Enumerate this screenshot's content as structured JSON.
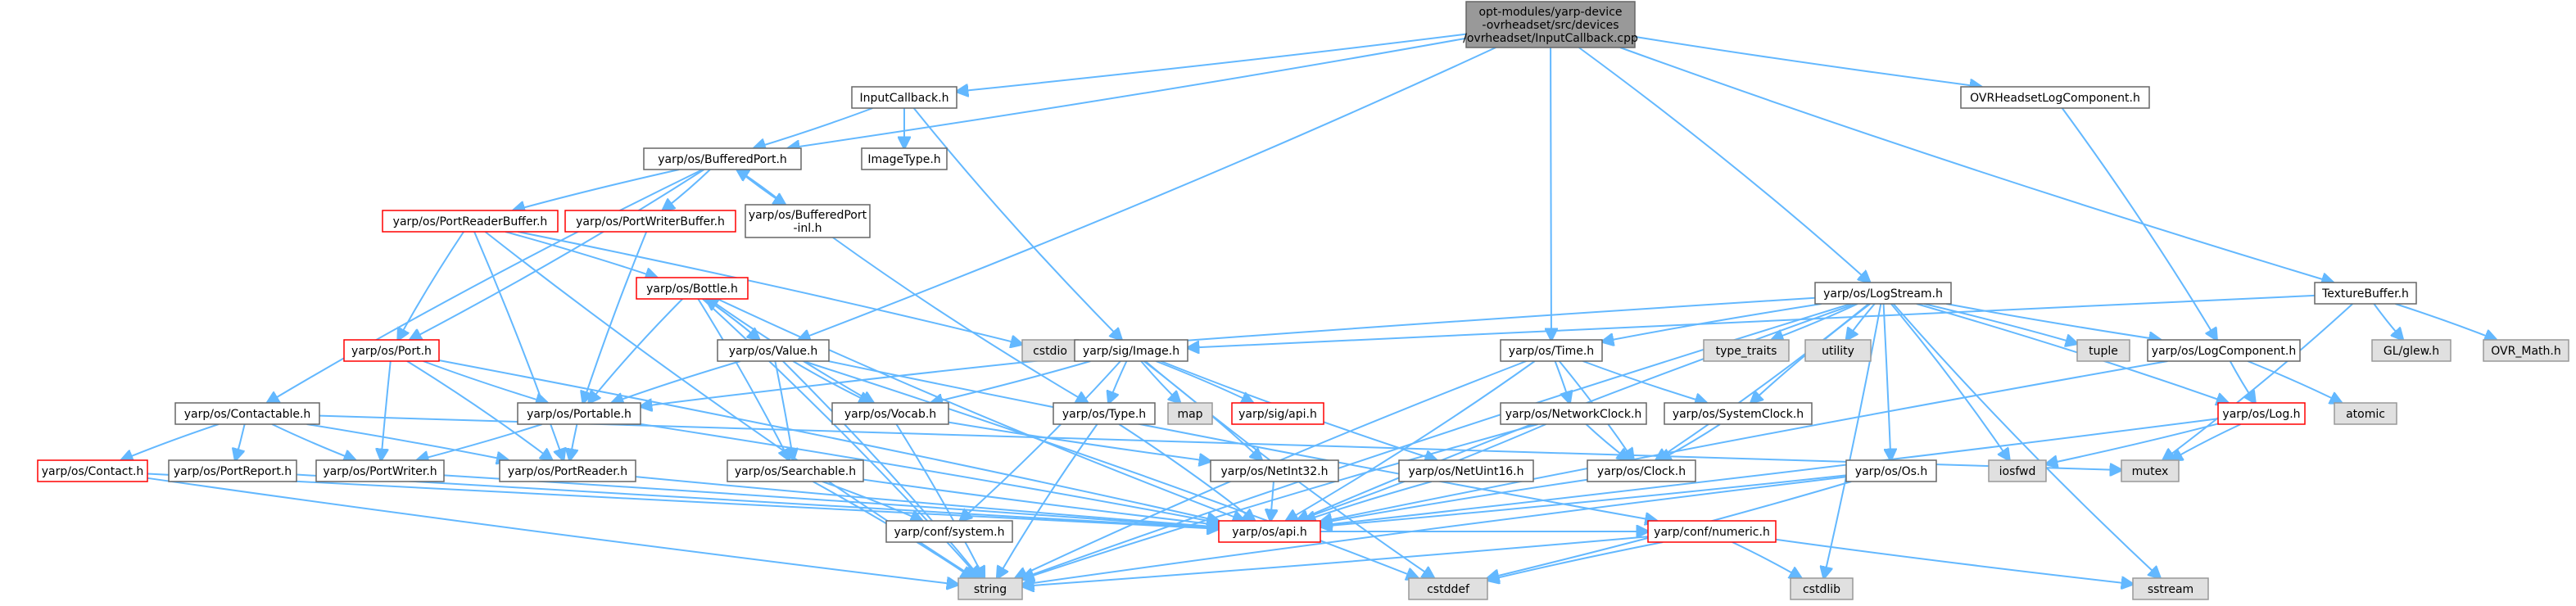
{
  "graph": {
    "nodes": [
      {
        "id": "root",
        "label": "opt-modules/yarp-device\n-ovrheadset/src/devices\n/ovrheadset/InputCallback.cpp",
        "style": "root"
      },
      {
        "id": "inputcallback",
        "label": "InputCallback.h",
        "style": "plain"
      },
      {
        "id": "imagetype",
        "label": "ImageType.h",
        "style": "plain"
      },
      {
        "id": "ovrheadsetlog",
        "label": "OVRHeadsetLogComponent.h",
        "style": "plain"
      },
      {
        "id": "bufferedport",
        "label": "yarp/os/BufferedPort.h",
        "style": "plain"
      },
      {
        "id": "portreaderbuffer",
        "label": "yarp/os/PortReaderBuffer.h",
        "style": "red"
      },
      {
        "id": "portwriterbuffer",
        "label": "yarp/os/PortWriterBuffer.h",
        "style": "red"
      },
      {
        "id": "bufferedportinl",
        "label": "yarp/os/BufferedPort\n-inl.h",
        "style": "plain"
      },
      {
        "id": "bottle",
        "label": "yarp/os/Bottle.h",
        "style": "red"
      },
      {
        "id": "port",
        "label": "yarp/os/Port.h",
        "style": "red"
      },
      {
        "id": "value",
        "label": "yarp/os/Value.h",
        "style": "plain"
      },
      {
        "id": "contactable",
        "label": "yarp/os/Contactable.h",
        "style": "plain"
      },
      {
        "id": "portable",
        "label": "yarp/os/Portable.h",
        "style": "plain"
      },
      {
        "id": "vocab",
        "label": "yarp/os/Vocab.h",
        "style": "plain"
      },
      {
        "id": "contact",
        "label": "yarp/os/Contact.h",
        "style": "red"
      },
      {
        "id": "portreport",
        "label": "yarp/os/PortReport.h",
        "style": "plain"
      },
      {
        "id": "portwriter",
        "label": "yarp/os/PortWriter.h",
        "style": "plain"
      },
      {
        "id": "portreader",
        "label": "yarp/os/PortReader.h",
        "style": "plain"
      },
      {
        "id": "searchable",
        "label": "yarp/os/Searchable.h",
        "style": "plain"
      },
      {
        "id": "cstdio",
        "label": "cstdio",
        "style": "gray"
      },
      {
        "id": "sigimage",
        "label": "yarp/sig/Image.h",
        "style": "plain"
      },
      {
        "id": "map",
        "label": "map",
        "style": "gray"
      },
      {
        "id": "sigapi",
        "label": "yarp/sig/api.h",
        "style": "red"
      },
      {
        "id": "ostype",
        "label": "yarp/os/Type.h",
        "style": "plain"
      },
      {
        "id": "confsystem",
        "label": "yarp/conf/system.h",
        "style": "plain"
      },
      {
        "id": "netint32",
        "label": "yarp/os/NetInt32.h",
        "style": "plain"
      },
      {
        "id": "netuint16",
        "label": "yarp/os/NetUint16.h",
        "style": "plain"
      },
      {
        "id": "osapi",
        "label": "yarp/os/api.h",
        "style": "red"
      },
      {
        "id": "string",
        "label": "string",
        "style": "gray"
      },
      {
        "id": "cstddef",
        "label": "cstddef",
        "style": "gray"
      },
      {
        "id": "logstream",
        "label": "yarp/os/LogStream.h",
        "style": "plain"
      },
      {
        "id": "ostime",
        "label": "yarp/os/Time.h",
        "style": "plain"
      },
      {
        "id": "typetraits",
        "label": "type_traits",
        "style": "gray"
      },
      {
        "id": "utility",
        "label": "utility",
        "style": "gray"
      },
      {
        "id": "tuple",
        "label": "tuple",
        "style": "gray"
      },
      {
        "id": "networkclock",
        "label": "yarp/os/NetworkClock.h",
        "style": "plain"
      },
      {
        "id": "systemclock",
        "label": "yarp/os/SystemClock.h",
        "style": "plain"
      },
      {
        "id": "clock",
        "label": "yarp/os/Clock.h",
        "style": "plain"
      },
      {
        "id": "osos",
        "label": "yarp/os/Os.h",
        "style": "plain"
      },
      {
        "id": "confnumeric",
        "label": "yarp/conf/numeric.h",
        "style": "red"
      },
      {
        "id": "cstdlib",
        "label": "cstdlib",
        "style": "gray"
      },
      {
        "id": "logcomponent",
        "label": "yarp/os/LogComponent.h",
        "style": "plain"
      },
      {
        "id": "oslog",
        "label": "yarp/os/Log.h",
        "style": "red"
      },
      {
        "id": "iosfwd",
        "label": "iosfwd",
        "style": "gray"
      },
      {
        "id": "mutex",
        "label": "mutex",
        "style": "gray"
      },
      {
        "id": "atomic",
        "label": "atomic",
        "style": "gray"
      },
      {
        "id": "sstream",
        "label": "sstream",
        "style": "gray"
      },
      {
        "id": "texturebuffer",
        "label": "TextureBuffer.h",
        "style": "plain"
      },
      {
        "id": "glew",
        "label": "GL/glew.h",
        "style": "gray"
      },
      {
        "id": "ovrmath",
        "label": "OVR_Math.h",
        "style": "gray"
      }
    ],
    "edges": [
      [
        "root",
        "inputcallback"
      ],
      [
        "root",
        "ovrheadsetlog"
      ],
      [
        "root",
        "bufferedport"
      ],
      [
        "root",
        "texturebuffer"
      ],
      [
        "root",
        "logstream"
      ],
      [
        "root",
        "ostime"
      ],
      [
        "root",
        "value"
      ],
      [
        "inputcallback",
        "imagetype"
      ],
      [
        "inputcallback",
        "bufferedport"
      ],
      [
        "inputcallback",
        "sigimage"
      ],
      [
        "ovrheadsetlog",
        "logcomponent"
      ],
      [
        "bufferedport",
        "portreaderbuffer"
      ],
      [
        "bufferedport",
        "portwriterbuffer"
      ],
      [
        "bufferedport",
        "bufferedportinl"
      ],
      [
        "bufferedport",
        "port"
      ],
      [
        "bufferedport",
        "contactable"
      ],
      [
        "bufferedportinl",
        "bufferedport"
      ],
      [
        "bufferedportinl",
        "ostype"
      ],
      [
        "portreaderbuffer",
        "bottle"
      ],
      [
        "portreaderbuffer",
        "port"
      ],
      [
        "portreaderbuffer",
        "portreader"
      ],
      [
        "portreaderbuffer",
        "string"
      ],
      [
        "portreaderbuffer",
        "cstdio"
      ],
      [
        "portwriterbuffer",
        "portable"
      ],
      [
        "bottle",
        "value"
      ],
      [
        "bottle",
        "portable"
      ],
      [
        "bottle",
        "searchable"
      ],
      [
        "bottle",
        "vocab"
      ],
      [
        "bottle",
        "string"
      ],
      [
        "bottle",
        "osapi"
      ],
      [
        "value",
        "bottle"
      ],
      [
        "value",
        "portable"
      ],
      [
        "value",
        "searchable"
      ],
      [
        "value",
        "vocab"
      ],
      [
        "value",
        "string"
      ],
      [
        "value",
        "confnumeric"
      ],
      [
        "value",
        "cstddef"
      ],
      [
        "port",
        "portable"
      ],
      [
        "port",
        "portreader"
      ],
      [
        "port",
        "portwriter"
      ],
      [
        "port",
        "osapi"
      ],
      [
        "contactable",
        "contact"
      ],
      [
        "contactable",
        "portreport"
      ],
      [
        "contactable",
        "portwriter"
      ],
      [
        "contactable",
        "portreader"
      ],
      [
        "contactable",
        "mutex"
      ],
      [
        "portable",
        "portwriter"
      ],
      [
        "portable",
        "portreader"
      ],
      [
        "portable",
        "osapi"
      ],
      [
        "vocab",
        "netint32"
      ],
      [
        "vocab",
        "string"
      ],
      [
        "contact",
        "string"
      ],
      [
        "contact",
        "osapi"
      ],
      [
        "portreport",
        "osapi"
      ],
      [
        "portwriter",
        "osapi"
      ],
      [
        "portreader",
        "osapi"
      ],
      [
        "searchable",
        "string"
      ],
      [
        "searchable",
        "osapi"
      ],
      [
        "searchable",
        "confsystem"
      ],
      [
        "sigimage",
        "map"
      ],
      [
        "sigimage",
        "sigapi"
      ],
      [
        "sigimage",
        "ostype"
      ],
      [
        "sigimage",
        "vocab"
      ],
      [
        "sigimage",
        "portable"
      ],
      [
        "sigimage",
        "netint32"
      ],
      [
        "sigimage",
        "netuint16"
      ],
      [
        "sigimage",
        "confsystem"
      ],
      [
        "sigimage",
        "cstddef"
      ],
      [
        "ostype",
        "osapi"
      ],
      [
        "ostype",
        "string"
      ],
      [
        "netint32",
        "osapi"
      ],
      [
        "netuint16",
        "osapi"
      ],
      [
        "osapi",
        "confnumeric"
      ],
      [
        "confnumeric",
        "cstddef"
      ],
      [
        "confnumeric",
        "cstdlib"
      ],
      [
        "confnumeric",
        "sstream"
      ],
      [
        "confnumeric",
        "string"
      ],
      [
        "logstream",
        "cstdio"
      ],
      [
        "logstream",
        "typetraits"
      ],
      [
        "logstream",
        "utility"
      ],
      [
        "logstream",
        "tuple"
      ],
      [
        "logstream",
        "logcomponent"
      ],
      [
        "logstream",
        "oslog"
      ],
      [
        "logstream",
        "ostime"
      ],
      [
        "logstream",
        "osos"
      ],
      [
        "logstream",
        "systemclock"
      ],
      [
        "logstream",
        "iosfwd"
      ],
      [
        "logstream",
        "sstream"
      ],
      [
        "logstream",
        "cstdlib"
      ],
      [
        "logstream",
        "osapi"
      ],
      [
        "logstream",
        "clock"
      ],
      [
        "logstream",
        "string"
      ],
      [
        "ostime",
        "networkclock"
      ],
      [
        "ostime",
        "systemclock"
      ],
      [
        "ostime",
        "clock"
      ],
      [
        "ostime",
        "string"
      ],
      [
        "ostime",
        "osapi"
      ],
      [
        "networkclock",
        "clock"
      ],
      [
        "networkclock",
        "osapi"
      ],
      [
        "networkclock",
        "string"
      ],
      [
        "systemclock",
        "clock"
      ],
      [
        "clock",
        "osapi"
      ],
      [
        "osos",
        "osapi"
      ],
      [
        "osos",
        "string"
      ],
      [
        "osos",
        "cstddef"
      ],
      [
        "logcomponent",
        "oslog"
      ],
      [
        "logcomponent",
        "atomic"
      ],
      [
        "logcomponent",
        "osapi"
      ],
      [
        "oslog",
        "iosfwd"
      ],
      [
        "oslog",
        "mutex"
      ],
      [
        "oslog",
        "osapi"
      ],
      [
        "texturebuffer",
        "glew"
      ],
      [
        "texturebuffer",
        "ovrmath"
      ],
      [
        "texturebuffer",
        "sigimage"
      ],
      [
        "texturebuffer",
        "mutex"
      ]
    ]
  },
  "colors": {
    "edge": "#63b8ff",
    "border_plain": "#666666",
    "border_red": "#ff0000",
    "fill_gray": "#e0e0e0",
    "fill_root": "#999999",
    "border_gray": "#999999"
  }
}
